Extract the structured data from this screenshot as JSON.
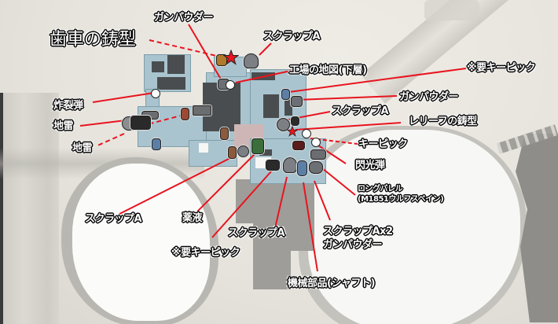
{
  "map": {
    "title": "工場の地図(下層)",
    "labels": {
      "gear_mold": "歯車の鋳型",
      "gunpowder_top": "ガンパウダー",
      "scrap_top": "スクラップA",
      "factory_map": "工場の地図(下層)",
      "needs_lockpick_right": "※要キーピック",
      "gunpowder_right": "ガンパウダー",
      "scrap_right": "スクラップA",
      "relief_mold": "レリーフの鋳型",
      "lockpick": "キーピック",
      "flashbang": "閃光弾",
      "long_barrel_line1": "ロングバレル",
      "long_barrel_line2": "(M1851ウルフスベイン)",
      "scrap_x2_line1": "スクラップAx2",
      "scrap_x2_line2": "ガンパウダー",
      "machine_part": "機械部品(シャフト)",
      "scrap_bottom": "スクラップA",
      "needs_lockpick_bottom": "※要キーピック",
      "medicine": "薬液",
      "scrap_left": "スクラップA",
      "explosive_rounds": "炸裂弾",
      "mine_1": "地雷",
      "mine_2": "地雷"
    },
    "colors": {
      "leader_line": "#e8141e",
      "room_fill": "#a9c4cf",
      "wall_dark": "#4a4d4f",
      "key_item_star": "#e8141e",
      "background": "#e9e6e0"
    },
    "icons": [
      "star-key-item-icon",
      "scrap-icon",
      "gunpowder-icon",
      "pistol-icon",
      "mine-icon",
      "medicine-icon",
      "map-document-icon",
      "flashbang-icon",
      "herb-icon",
      "waypoint-dot-icon"
    ]
  }
}
